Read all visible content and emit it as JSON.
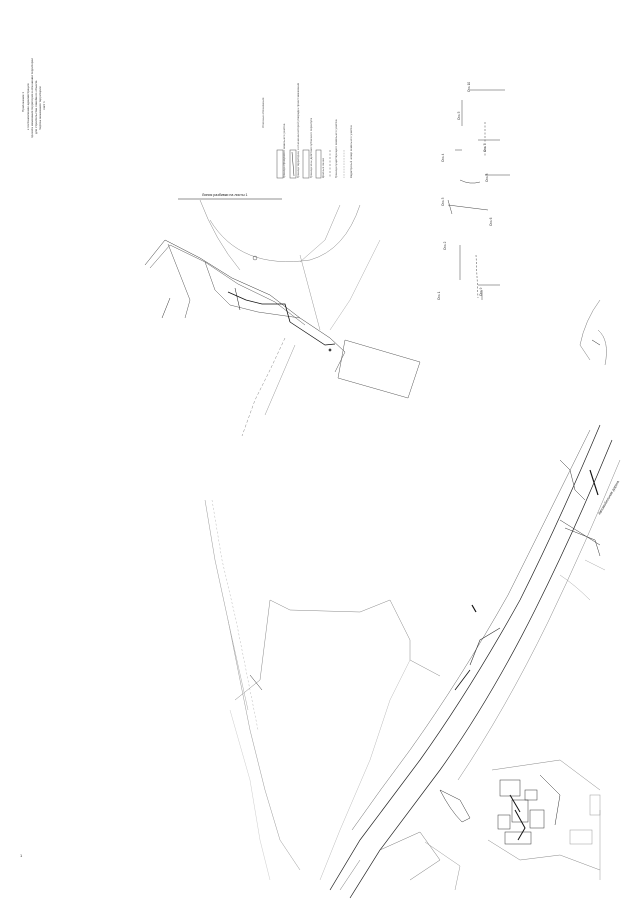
{
  "document": {
    "type": "cadastral-map-sheet",
    "header_lines": [
      "Приложение 1",
      "к постановлению администрации",
      "проекта межевания территории в отношении территории",
      "для строительства линейного объекта",
      "Чертеж межевания территории",
      "лист 1"
    ],
    "section_label_top": "Линия разбивки на листы 1",
    "legend": {
      "title": "Условные обозначения",
      "items": [
        "Граница образуемого земельного участка",
        "Граница территории, в отношении которой утвержден проект межевания",
        "Граница зоны действия публичного сервитута",
        "Красные линии",
        "Граница существующего земельного участка",
        "Кадастровый номер земельного участка"
      ]
    },
    "section_labels": [
      "Ось 1",
      "Ось 2",
      "Ось 3",
      "Ось 4",
      "Ось 5",
      "Ось 6",
      "Ось 7",
      "Ось 8",
      "Ось 9",
      "Ось 10"
    ],
    "road_label": "Автомобильная дорога",
    "page_number": "1"
  },
  "colors": {
    "line": "#555555",
    "light": "#9a9a9a",
    "dark": "#111111",
    "background": "#ffffff"
  }
}
